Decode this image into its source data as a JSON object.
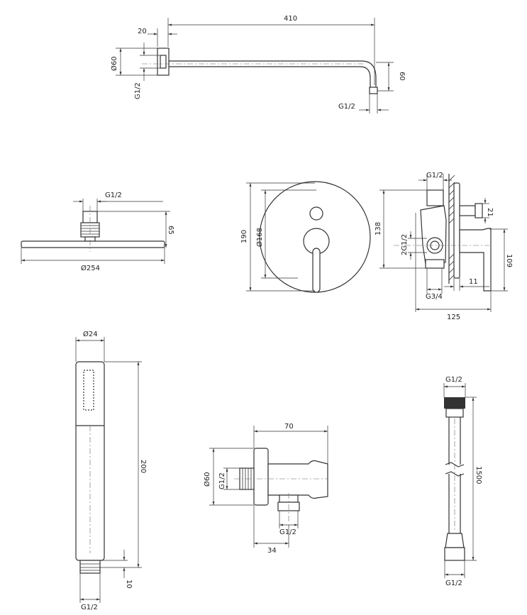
{
  "shower_arm": {
    "length": "410",
    "flange_depth": "20",
    "flange_diameter": "Ø60",
    "inlet_thread": "G1/2",
    "drop": "60",
    "outlet_thread": "G1/2"
  },
  "head_shower": {
    "thread": "G1/2",
    "height": "65",
    "diameter": "Ø254"
  },
  "mixer_front": {
    "plate_height": "190",
    "plate_diameter": "Ø168"
  },
  "mixer_side": {
    "top_thread": "G1/2",
    "pipe_diameter": "21",
    "body_height": "138",
    "side_thread": "2G1/2",
    "trim_height": "109",
    "plate_offset": "11",
    "bottom_thread": "G3/4",
    "depth": "125"
  },
  "hand_shower": {
    "diameter": "Ø24",
    "length": "200",
    "thread_length": "10",
    "thread": "G1/2"
  },
  "wall_outlet": {
    "length": "70",
    "flange_diameter": "Ø60",
    "inlet_thread": "G1/2",
    "outlet_thread": "G1/2",
    "outlet_offset": "34"
  },
  "hose": {
    "top_thread": "G1/2",
    "length": "1500",
    "bottom_thread": "G1/2"
  }
}
